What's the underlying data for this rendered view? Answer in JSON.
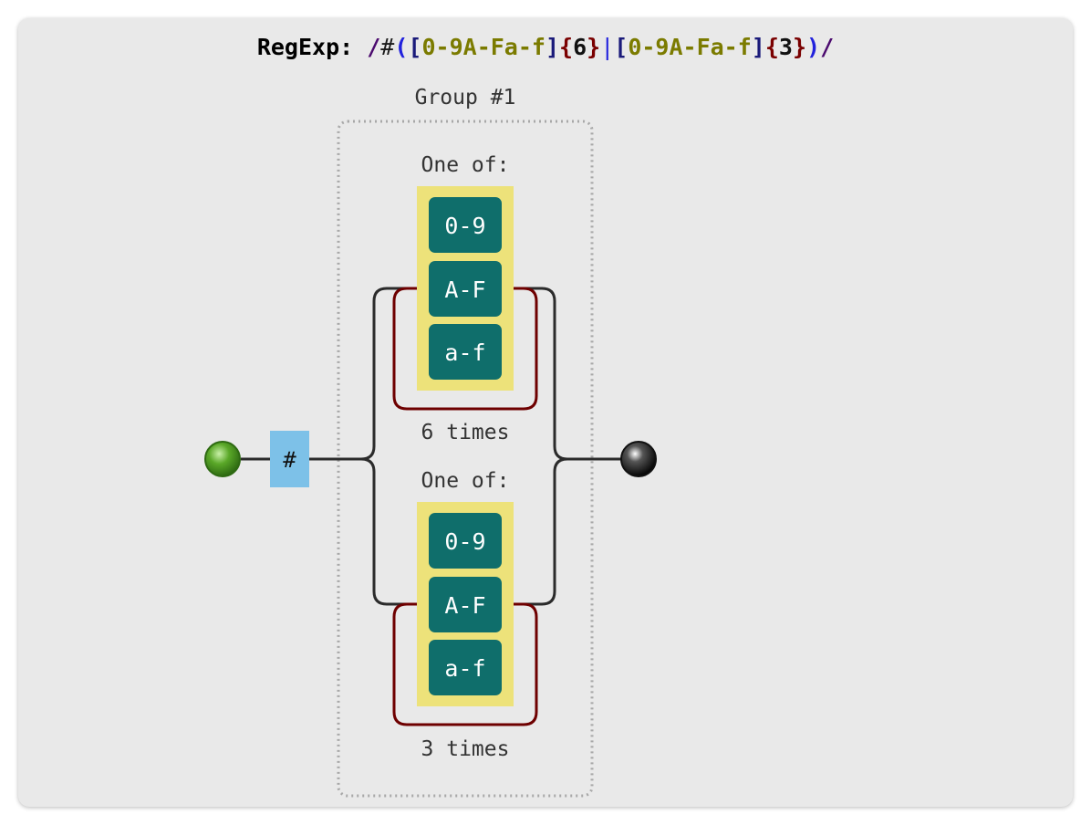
{
  "regexp": {
    "label": "RegExp:",
    "open_slash": "/",
    "literal": "#",
    "open_paren": "(",
    "class1_open": "[",
    "class1_body": "0-9A-Fa-f",
    "class1_close": "]",
    "quant1_open": "{",
    "quant1_num": "6",
    "quant1_close": "}",
    "pipe": "|",
    "class2_open": "[",
    "class2_body": "0-9A-Fa-f",
    "class2_close": "]",
    "quant2_open": "{",
    "quant2_num": "3",
    "quant2_close": "}",
    "close_paren": ")",
    "close_slash": "/"
  },
  "diagram": {
    "literal": "#",
    "group_label": "Group #1",
    "branches": [
      {
        "label": "One of:",
        "ranges": [
          "0-9",
          "A-F",
          "a-f"
        ],
        "repeat_label": "6 times"
      },
      {
        "label": "One of:",
        "ranges": [
          "0-9",
          "A-F",
          "a-f"
        ],
        "repeat_label": "3 times"
      }
    ]
  },
  "colors": {
    "card_background": "#e9e9e9",
    "literal_fill": "#7dc1e8",
    "charset_fill": "#ede27a",
    "range_fill": "#0f6e6b",
    "repeat_stroke": "#6e0000",
    "line_stroke": "#2b2b2b",
    "group_border": "#a8a8a8",
    "start_node": "#4a9e22",
    "end_node": "#111111"
  }
}
